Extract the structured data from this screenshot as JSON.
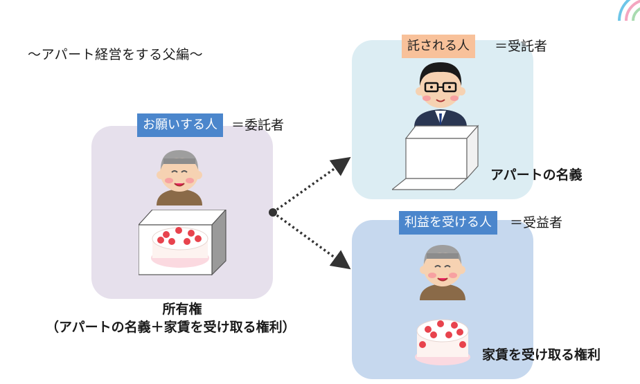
{
  "title": "～アパート経営をする父編～",
  "trustor": {
    "tag": "お願いする人",
    "role": "＝委託者",
    "caption_line1": "所有権",
    "caption_line2": "（アパートの名義＋家賃を受け取る権利）"
  },
  "trustee": {
    "tag": "託される人",
    "role": "＝受託者",
    "asset_label": "アパートの名義"
  },
  "beneficiary": {
    "tag": "利益を受ける人",
    "role": "＝受益者",
    "asset_label": "家賃を受け取る権利"
  },
  "colors": {
    "trustor_panel": "#e6e0ec",
    "trustee_panel": "#dcedf3",
    "beneficiary_panel": "#c6d8ee",
    "tag_blue": "#4b86cc",
    "tag_orange": "#f8c19a"
  },
  "icons": [
    "elderly-man-icon",
    "businessman-icon",
    "cake-in-box-icon",
    "empty-box-icon",
    "cake-icon",
    "dotted-arrow-icon"
  ]
}
